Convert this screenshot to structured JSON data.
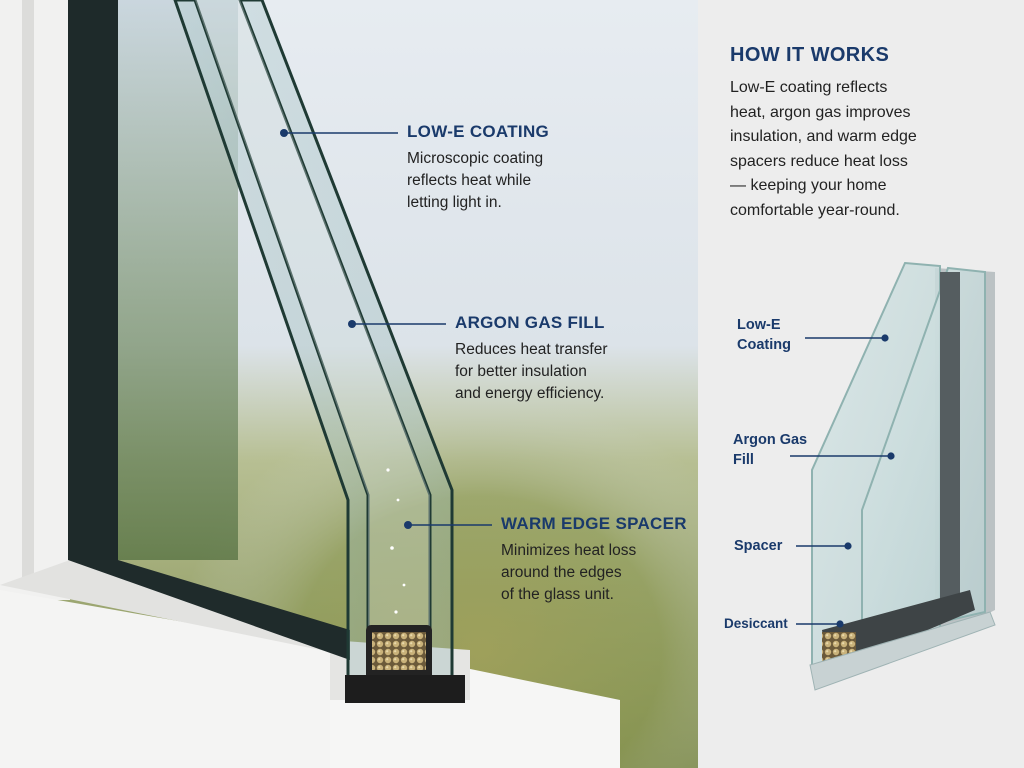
{
  "colors": {
    "accent": "#1a3a6b",
    "panel_bg": "#ececec",
    "frame_white": "#f3f3f2",
    "glass_edge": "#2c4a40",
    "spacer": "#2a2a2a"
  },
  "callouts": [
    {
      "title": "LOW-E COATING",
      "desc_lines": [
        "Microscopic coating",
        "reflects heat while",
        "letting light in."
      ]
    },
    {
      "title": "ARGON GAS FILL",
      "desc_lines": [
        "Reduces heat transfer",
        "for better insulation",
        "and energy efficiency."
      ]
    },
    {
      "title": "WARM EDGE SPACER",
      "desc_lines": [
        "Minimizes heat loss",
        "around the edges",
        "of the glass unit."
      ]
    }
  ],
  "panel": {
    "title": "HOW IT WORKS",
    "body_lines": [
      "Low-E coating reflects",
      "heat, argon gas improves",
      "insulation, and warm edge",
      "spacers reduce heat loss",
      "— keeping your home",
      "comfortable year-round."
    ]
  },
  "diagram_labels": [
    {
      "text": "Low-E\nCoating"
    },
    {
      "text": "Argon Gas\nFill"
    },
    {
      "text": "Spacer"
    },
    {
      "text": "Desiccant"
    }
  ]
}
